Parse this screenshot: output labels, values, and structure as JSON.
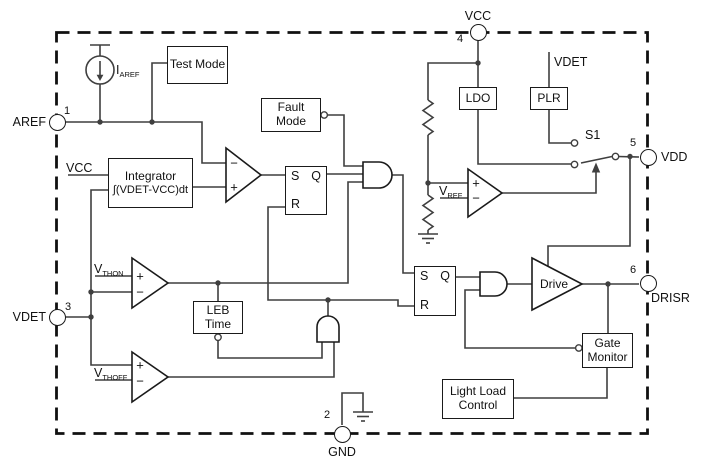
{
  "pins": {
    "aref": {
      "number": "1",
      "label": "AREF"
    },
    "gnd": {
      "number": "2",
      "label": "GND"
    },
    "vdet": {
      "number": "3",
      "label": "VDET"
    },
    "vcc": {
      "number": "4",
      "label": "VCC"
    },
    "vdd": {
      "number": "5",
      "label": "VDD"
    },
    "drisr": {
      "number": "6",
      "label": "DRISR"
    }
  },
  "blocks": {
    "test_mode": "Test Mode",
    "fault_mode": "Fault Mode",
    "integrator_line1": "Integrator",
    "integrator_line2": "∫(VDET-VCC)dt",
    "leb_time": "LEB Time",
    "ldo": "LDO",
    "plr": "PLR",
    "drive": "Drive",
    "gate_monitor": "Gate Monitor",
    "light_load_control": "Light Load Control"
  },
  "labels": {
    "vcc_input": "VCC",
    "vdet_top": "VDET",
    "s1": "S1",
    "iaref": {
      "main": "I",
      "sub": "AREF"
    },
    "vthon": {
      "main": "V",
      "sub": "THON"
    },
    "vthoff": {
      "main": "V",
      "sub": "THOFF"
    },
    "vref": {
      "main": "V",
      "sub": "REF"
    }
  },
  "latch": {
    "s": "S",
    "q": "Q",
    "r": "R"
  },
  "signs": {
    "plus": "+",
    "minus": "−"
  },
  "colors": {
    "wire": "#3f3f3f",
    "outline": "#1a1a1a",
    "boundary": "#111111",
    "background": "#ffffff"
  }
}
